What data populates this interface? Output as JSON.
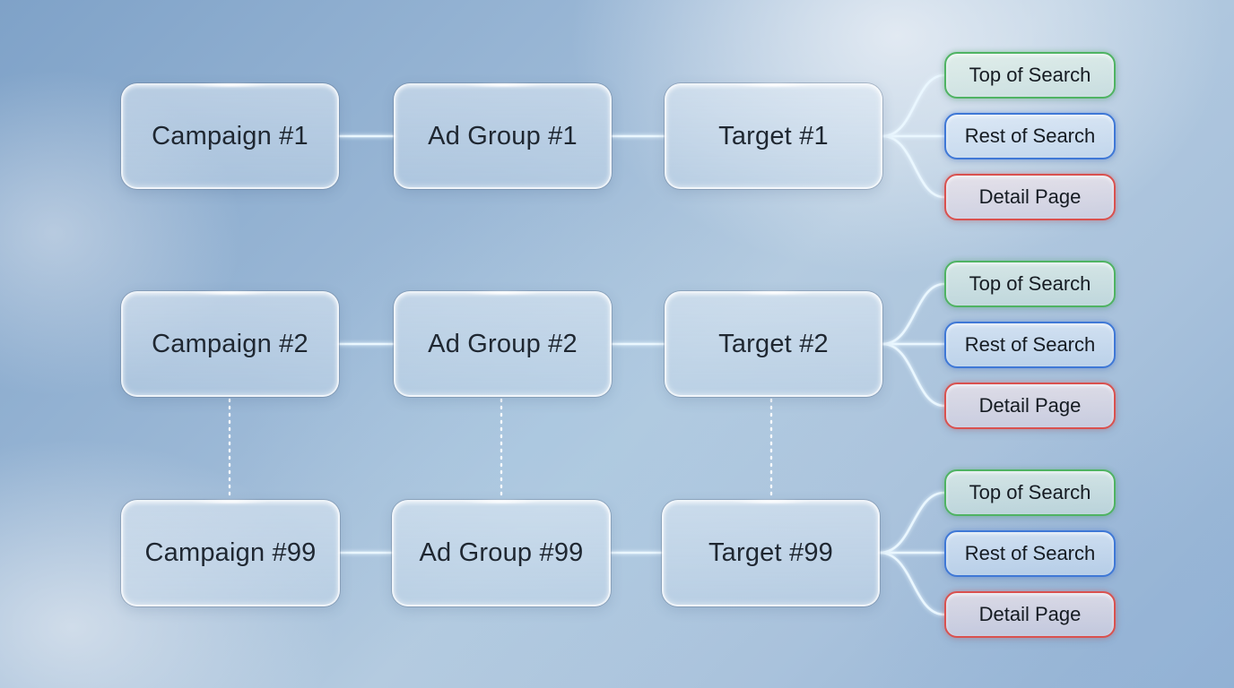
{
  "diagram": {
    "rows": [
      {
        "campaign": "Campaign #1",
        "ad_group": "Ad Group #1",
        "target": "Target #1",
        "placements": [
          "Top of Search",
          "Rest of Search",
          "Detail Page"
        ]
      },
      {
        "campaign": "Campaign #2",
        "ad_group": "Ad Group #2",
        "target": "Target #2",
        "placements": [
          "Top of Search",
          "Rest of Search",
          "Detail Page"
        ]
      },
      {
        "campaign": "Campaign #99",
        "ad_group": "Ad Group #99",
        "target": "Target #99",
        "placements": [
          "Top of Search",
          "Rest of Search",
          "Detail Page"
        ]
      }
    ],
    "placement_colors": {
      "top_of_search": "#4fb363",
      "rest_of_search": "#3f78d6",
      "detail_page": "#d9514f"
    },
    "connector_color": "#e8f6ff",
    "ellipsis_connector": "dotted"
  }
}
